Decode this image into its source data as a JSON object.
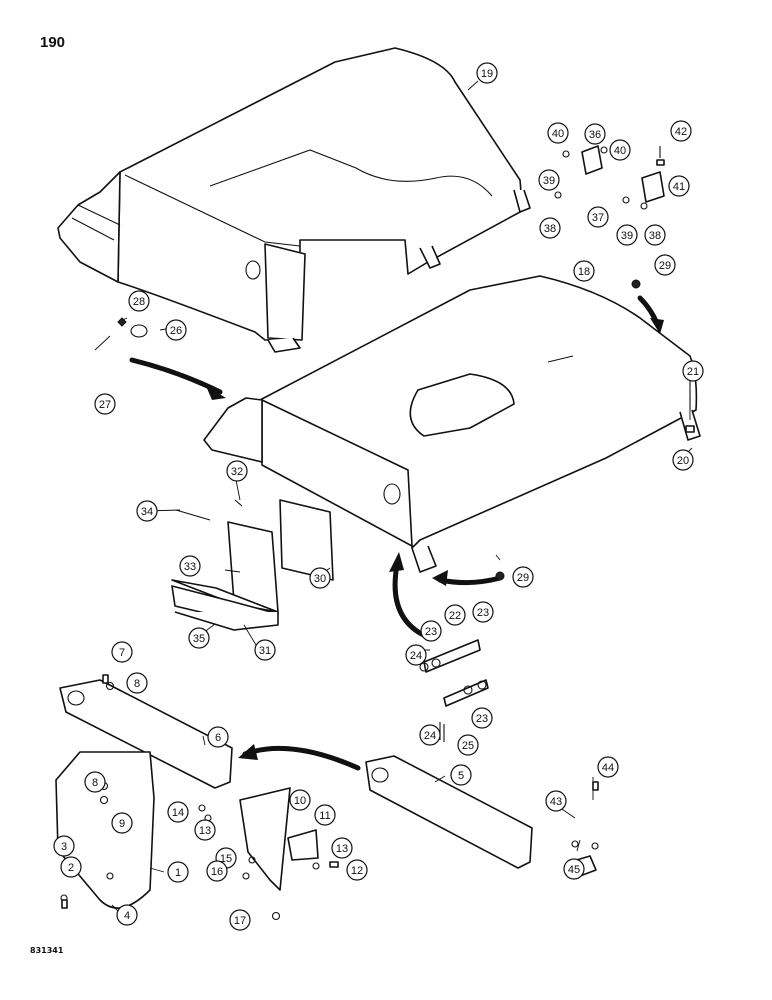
{
  "page": {
    "number": "190",
    "drawing_id": "831341"
  },
  "callouts": [
    {
      "label": "19"
    },
    {
      "label": "40"
    },
    {
      "label": "36"
    },
    {
      "label": "40"
    },
    {
      "label": "42"
    },
    {
      "label": "39"
    },
    {
      "label": "41"
    },
    {
      "label": "38"
    },
    {
      "label": "37"
    },
    {
      "label": "39"
    },
    {
      "label": "38"
    },
    {
      "label": "18"
    },
    {
      "label": "29"
    },
    {
      "label": "28"
    },
    {
      "label": "26"
    },
    {
      "label": "27"
    },
    {
      "label": "21"
    },
    {
      "label": "20"
    },
    {
      "label": "32"
    },
    {
      "label": "34"
    },
    {
      "label": "33"
    },
    {
      "label": "30"
    },
    {
      "label": "29"
    },
    {
      "label": "35"
    },
    {
      "label": "31"
    },
    {
      "label": "22"
    },
    {
      "label": "23"
    },
    {
      "label": "23"
    },
    {
      "label": "24"
    },
    {
      "label": "7"
    },
    {
      "label": "8"
    },
    {
      "label": "23"
    },
    {
      "label": "24"
    },
    {
      "label": "25"
    },
    {
      "label": "6"
    },
    {
      "label": "5"
    },
    {
      "label": "44"
    },
    {
      "label": "8"
    },
    {
      "label": "9"
    },
    {
      "label": "14"
    },
    {
      "label": "13"
    },
    {
      "label": "10"
    },
    {
      "label": "11"
    },
    {
      "label": "43"
    },
    {
      "label": "13"
    },
    {
      "label": "3"
    },
    {
      "label": "15"
    },
    {
      "label": "12"
    },
    {
      "label": "45"
    },
    {
      "label": "2"
    },
    {
      "label": "1"
    },
    {
      "label": "16"
    },
    {
      "label": "4"
    },
    {
      "label": "17"
    }
  ]
}
